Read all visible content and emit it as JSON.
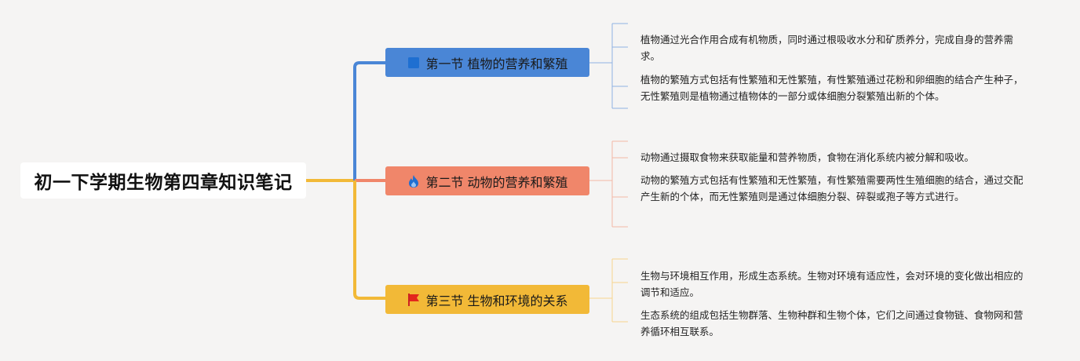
{
  "root": {
    "title": "初一下学期生物第四章知识笔记"
  },
  "branches": [
    {
      "title": "第一节 植物的营养和繁殖",
      "icon": "blue-square-icon",
      "color": "#4a86d6",
      "notes": [
        "植物通过光合作用合成有机物质，同时通过根吸收水分和矿质养分，完成自身的营养需求。",
        "植物的繁殖方式包括有性繁殖和无性繁殖，有性繁殖通过花粉和卵细胞的结合产生种子，无性繁殖则是植物通过植物体的一部分或体细胞分裂繁殖出新的个体。"
      ]
    },
    {
      "title": "第二节 动物的营养和繁殖",
      "icon": "flame-icon",
      "color": "#f0866a",
      "notes": [
        "动物通过摄取食物来获取能量和营养物质，食物在消化系统内被分解和吸收。",
        "动物的繁殖方式包括有性繁殖和无性繁殖，有性繁殖需要两性生殖细胞的结合，通过交配产生新的个体，而无性繁殖则是通过体细胞分裂、碎裂或孢子等方式进行。"
      ]
    },
    {
      "title": "第三节 生物和环境的关系",
      "icon": "red-flag-icon",
      "color": "#f2b937",
      "notes": [
        "生物与环境相互作用，形成生态系统。生物对环境有适应性，会对环境的变化做出相应的调节和适应。",
        "生态系统的组成包括生物群落、生物种群和生物个体，它们之间通过食物链、食物网和营养循环相互联系。"
      ]
    }
  ]
}
